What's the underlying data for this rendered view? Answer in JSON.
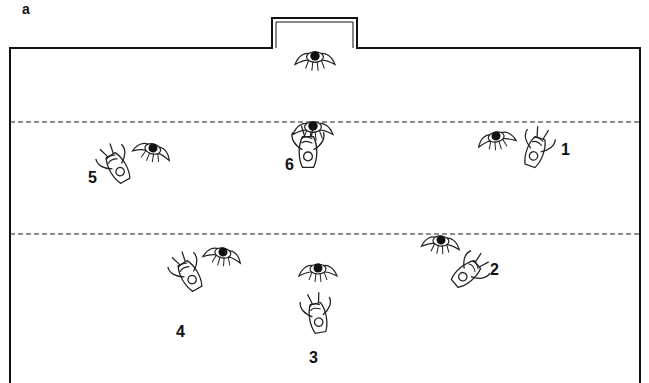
{
  "diagram": {
    "labels": [
      "a",
      "1",
      "2",
      "3",
      "4",
      "5",
      "6"
    ]
  }
}
